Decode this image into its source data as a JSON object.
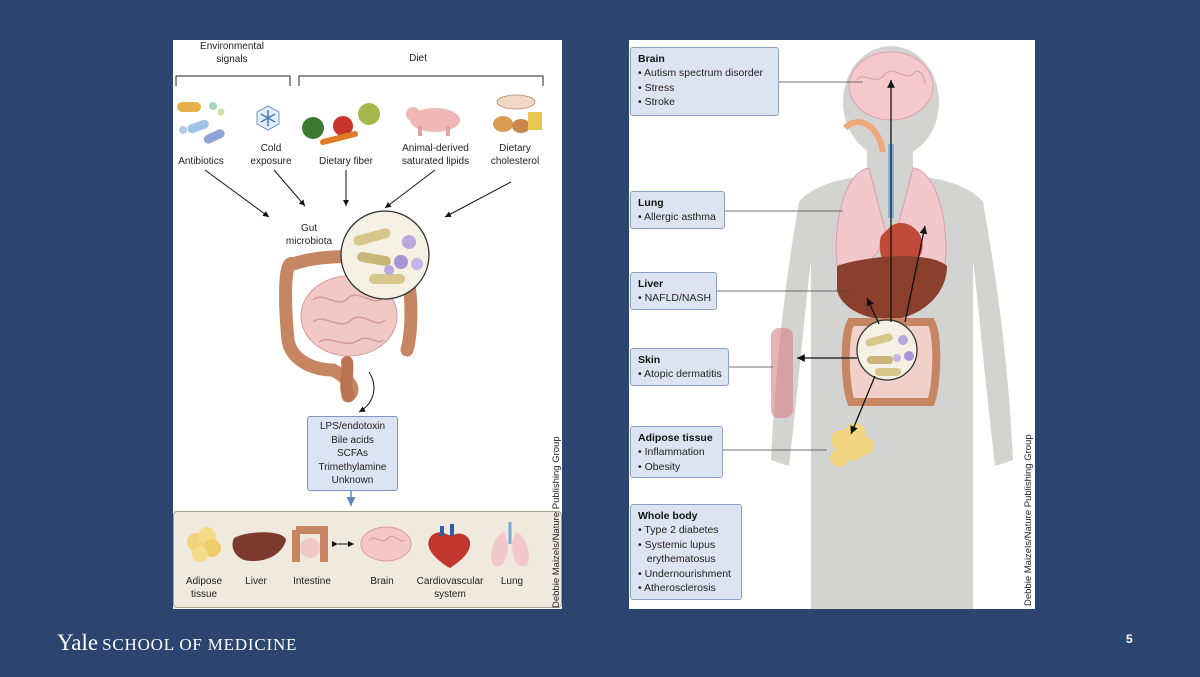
{
  "left": {
    "group_env": "Environmental\nsignals",
    "group_diet": "Diet",
    "inputs": [
      "Antibiotics",
      "Cold\nexposure",
      "Dietary fiber",
      "Animal-derived\nsaturated lipids",
      "Dietary\ncholesterol"
    ],
    "gut_label": "Gut\nmicrobiota",
    "metabolites": [
      "LPS/endotoxin",
      "Bile acids",
      "SCFAs",
      "Trimethylamine",
      "Unknown"
    ],
    "organs": [
      "Adipose\ntissue",
      "Liver",
      "Intestine",
      "Brain",
      "Cardiovascular\nsystem",
      "Lung"
    ],
    "credit": "Debbie Maizels/Nature Publishing Group"
  },
  "right": {
    "boxes": [
      {
        "title": "Brain",
        "items": [
          "• Autism spectrum disorder",
          "• Stress",
          "• Stroke"
        ]
      },
      {
        "title": "Lung",
        "items": [
          "• Allergic asthma"
        ]
      },
      {
        "title": "Liver",
        "items": [
          "• NAFLD/NASH"
        ]
      },
      {
        "title": "Skin",
        "items": [
          "• Atopic dermatitis"
        ]
      },
      {
        "title": "Adipose tissue",
        "items": [
          "• Inflammation",
          "• Obesity"
        ]
      },
      {
        "title": "Whole body",
        "items": [
          "• Type 2 diabetes",
          "• Systemic lupus",
          "   erythematosus",
          "• Undernourishment",
          "• Atherosclerosis"
        ]
      }
    ],
    "credit": "Debbie Maizels/Nature Publishing Group"
  },
  "footer": {
    "logo_yale": "Yale",
    "logo_school": "SCHOOL OF MEDICINE",
    "page_number": "5"
  }
}
